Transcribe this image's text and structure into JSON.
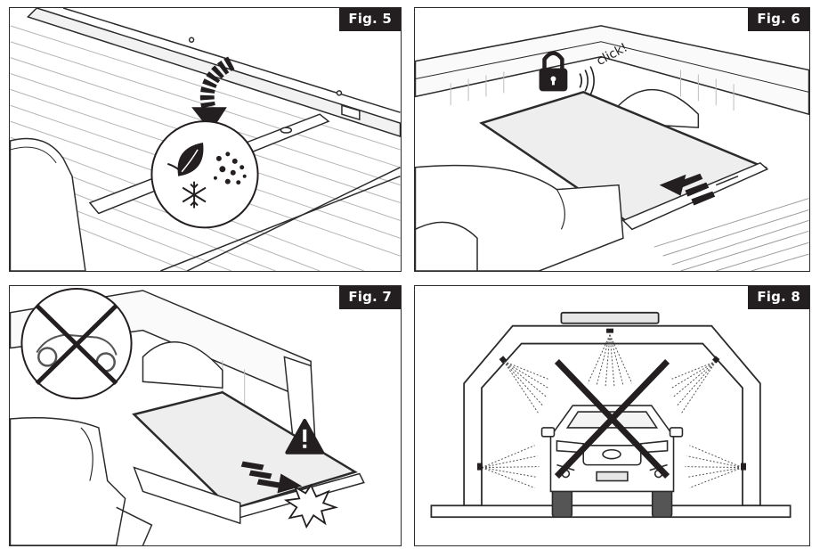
{
  "figures": [
    {
      "label": "Fig. 5"
    },
    {
      "label": "Fig. 6",
      "sound_text": "click!"
    },
    {
      "label": "Fig. 7"
    },
    {
      "label": "Fig. 8"
    }
  ],
  "icons": {
    "fig5": [
      "curved-arrow-icon",
      "leaf-icon",
      "dust-icon",
      "snowflake-icon"
    ],
    "fig6": [
      "padlock-icon",
      "sound-waves-icon",
      "push-arrow-icon"
    ],
    "fig7": [
      "no-offroad-icon",
      "warning-icon",
      "impact-icon",
      "push-arrow-icon"
    ],
    "fig8": [
      "car-wash-arch",
      "water-spray-icon",
      "prohibited-cross-icon",
      "car-front-icon"
    ]
  },
  "colors": {
    "label_bg": "#231f20",
    "line": "#2b2b2b",
    "shade": "#e6e6e6"
  }
}
